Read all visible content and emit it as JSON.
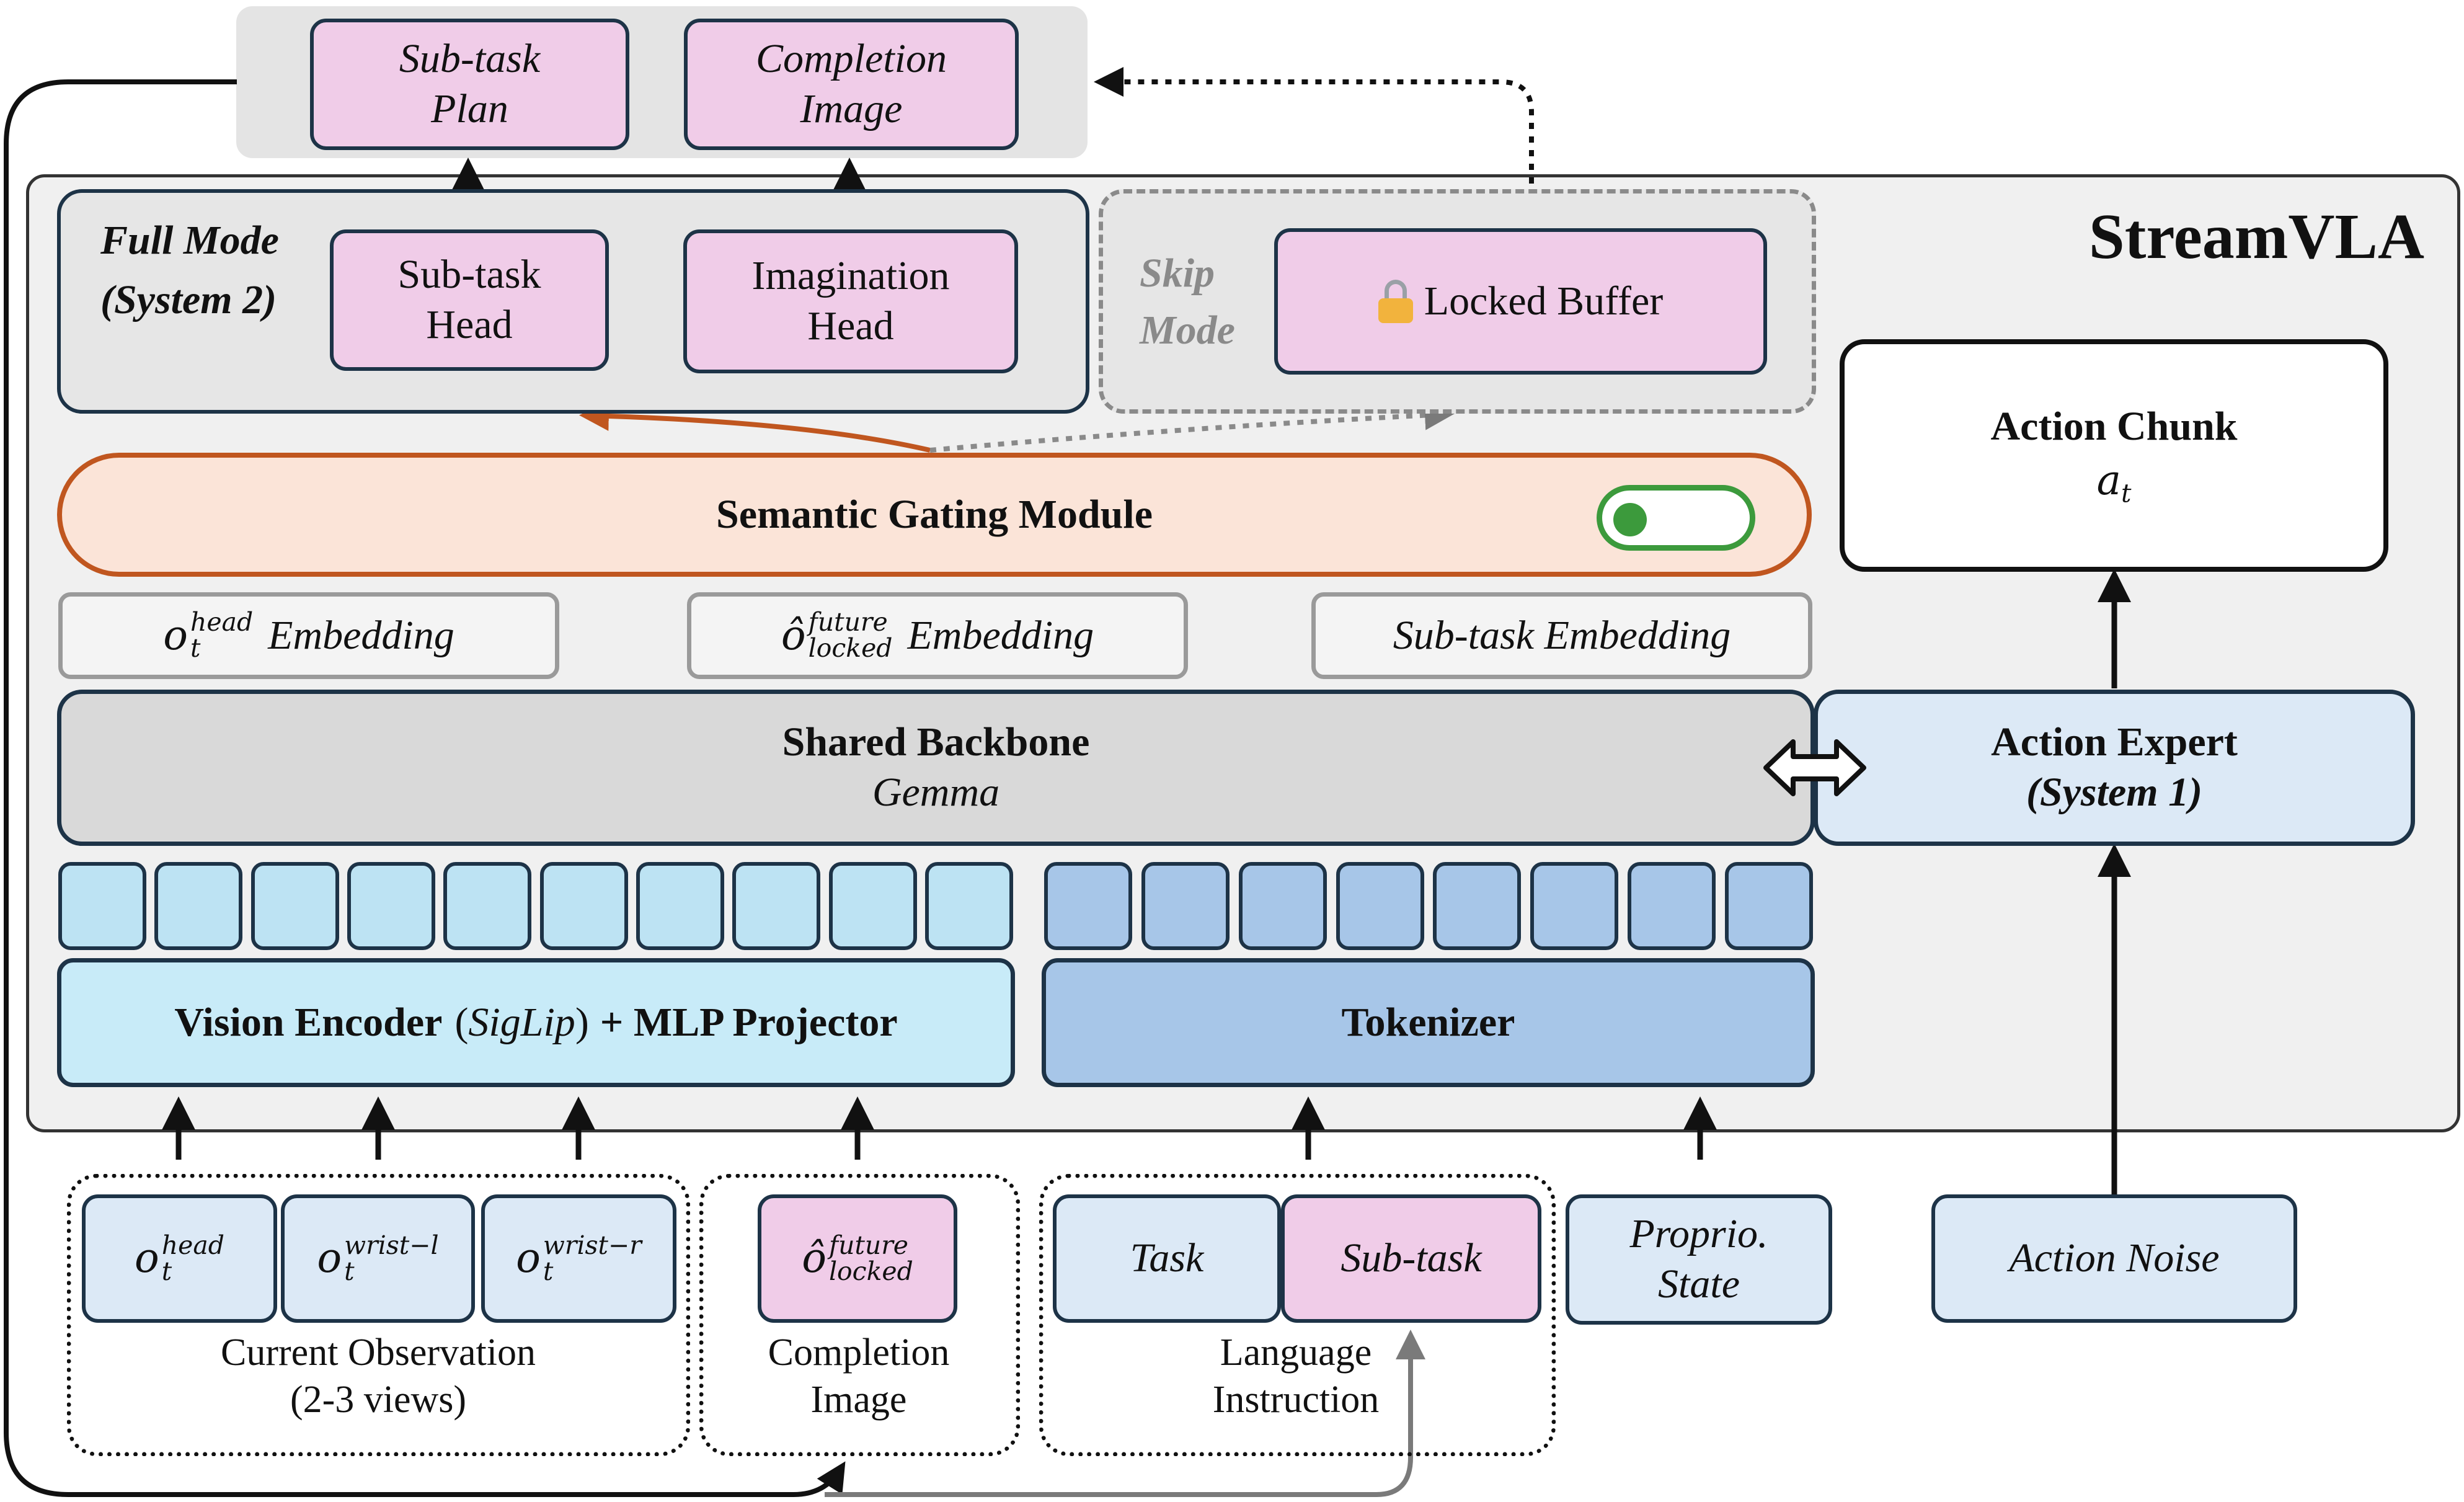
{
  "title": "StreamVLA",
  "outputs": {
    "subtask_plan": "Sub-task Plan",
    "completion_image": "Completion Image"
  },
  "full_mode": {
    "label": "Full Mode (System 2)",
    "subtask_head": "Sub-task Head",
    "imagination_head": "Imagination Head"
  },
  "skip_mode": {
    "label": "Skip Mode",
    "locked_buffer": "Locked Buffer",
    "lock_icon": "lock-icon"
  },
  "gating": {
    "label": "Semantic Gating Module",
    "toggle_state": "on",
    "toggle_color": "#3c9a3c"
  },
  "embeddings": {
    "head_symbol": "o",
    "head_sup": "head",
    "head_sub": "t",
    "head_label": "Embedding",
    "future_symbol": "ô",
    "future_sup": "future",
    "future_sub": "locked",
    "future_label": "Embedding",
    "subtask": "Sub-task Embedding"
  },
  "backbone": {
    "title": "Shared Backbone",
    "subtitle": "Gemma"
  },
  "action_expert": {
    "title": "Action Expert",
    "subtitle": "(System 1)"
  },
  "action_chunk": {
    "title": "Action Chunk",
    "symbol": "a",
    "sub": "t"
  },
  "vision_encoder": {
    "part1": "Vision Encoder",
    "part2": "(",
    "part3": "SigLip",
    "part4": ")",
    "part5": "+ MLP Projector"
  },
  "tokenizer": "Tokenizer",
  "inputs": {
    "obs_head_sup": "head",
    "obs_wristl_sup": "wrist−l",
    "obs_wristr_sup": "wrist−r",
    "obs_symbol": "o",
    "obs_sub": "t",
    "current_obs": "Current Observation",
    "views": "(2-3 views)",
    "future_symbol": "ô",
    "future_sup": "future",
    "future_sub": "locked",
    "completion1": "Completion",
    "completion2": "Image",
    "task": "Task",
    "subtask": "Sub-task",
    "language1": "Language",
    "language2": "Instruction",
    "proprio1": "Proprio.",
    "proprio2": "State",
    "action_noise": "Action Noise"
  },
  "colors": {
    "pink": "#f0cce8",
    "light_blue": "#dce9f6",
    "vision_blue": "#c8ebf8",
    "token_blue": "#a7c6e8",
    "gating_fill": "#fbe4d8",
    "gating_border": "#c0561f",
    "backbone": "#d9d9d9",
    "frame": "#f0f0f0"
  }
}
